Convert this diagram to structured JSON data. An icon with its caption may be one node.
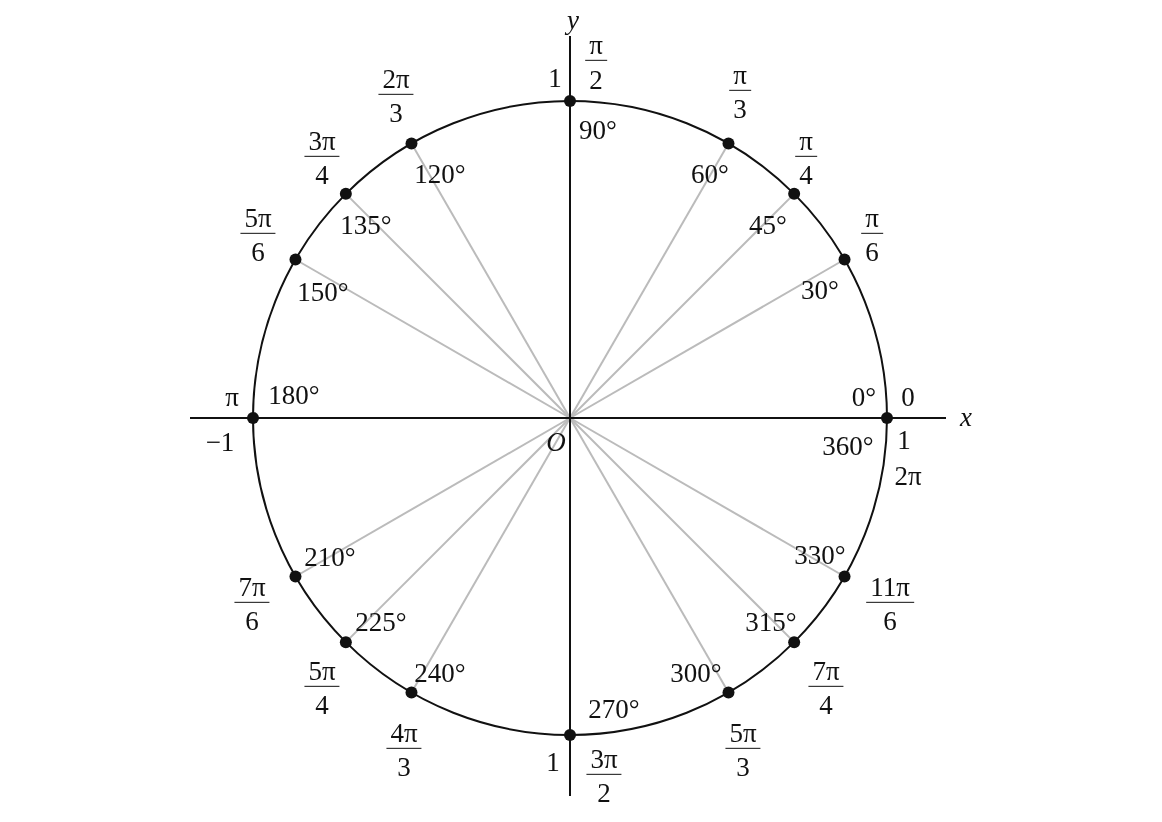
{
  "diagram": {
    "labels": [
      "y",
      "π",
      "2π",
      "1",
      "2",
      "π",
      "3",
      "3",
      "90°",
      "3π",
      "π",
      "4",
      "120°",
      "60°",
      "4",
      "5π",
      "135°",
      "45°",
      "π",
      "6",
      "6",
      "150°",
      "30°",
      "π",
      "180°",
      "0°",
      "0",
      "x",
      "−1",
      "O",
      "360°",
      "1",
      "2π",
      "210°",
      "330°",
      "7π",
      "11π",
      "6",
      "225°",
      "315°",
      "6",
      "5π",
      "240°",
      "300°",
      "7π",
      "4",
      "270°",
      "4",
      "4π",
      "5π",
      "3",
      "1",
      "3π",
      "3",
      "2"
    ]
  }
}
